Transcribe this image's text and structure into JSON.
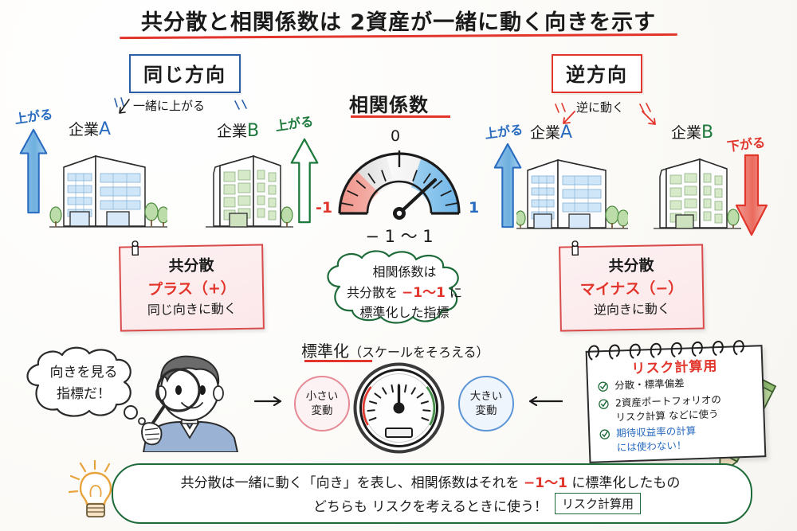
{
  "title": {
    "text": "共分散と相関係数は 2資産が一緒に動く向きを示す",
    "underline_color": "#e2352c"
  },
  "sections": {
    "left": {
      "header": "同じ方向",
      "header_border_color": "#2a5fa8",
      "relation_label": "一緒に上がる",
      "company_a": {
        "name": "企業",
        "letter": "A",
        "arrow_label": "上がる",
        "arrow_direction": "up",
        "arrow_color": "#2a6cc0"
      },
      "company_b": {
        "name": "企業",
        "letter": "B",
        "arrow_label": "上がる",
        "arrow_direction": "up",
        "arrow_color": "#1e7a3c"
      },
      "note": {
        "line1": "共分散",
        "line2": "プラス（+）",
        "line3": "同じ向きに動く"
      }
    },
    "right": {
      "header": "逆方向",
      "header_border_color": "#e2352c",
      "relation_label": "逆に動く",
      "company_a": {
        "name": "企業",
        "letter": "A",
        "arrow_label": "上がる",
        "arrow_direction": "up",
        "arrow_color": "#2a6cc0"
      },
      "company_b": {
        "name": "企業",
        "letter": "B",
        "arrow_label": "下がる",
        "arrow_direction": "down",
        "arrow_color": "#e2352c"
      },
      "note": {
        "line1": "共分散",
        "line2": "マイナス（−）",
        "line3": "逆向きに動く"
      }
    }
  },
  "gauge": {
    "title": "相関係数",
    "top_tick_label": "0",
    "left_label": "-1",
    "right_label": "1",
    "range_caption": "− 1 〜 1",
    "left_color": "#e8756a",
    "right_color": "#6fb5e8",
    "needle_value": 0.55
  },
  "cloud": {
    "line1": "相関係数は",
    "line2_a": "共分散を ",
    "line2_hl": "−1〜1",
    "line2_b": " に",
    "line3": "標準化した指標",
    "border_color": "#1e6b3a"
  },
  "thought": {
    "line1": "向きを見る",
    "line2": "指標だ！"
  },
  "standardize": {
    "heading_main": "標準化",
    "heading_sub": "（スケールをそろえる）",
    "underline_color": "#e2352c",
    "left_circle": {
      "line1": "小さい",
      "line2": "変動",
      "color": "#e58b96"
    },
    "right_circle": {
      "line1": "大きい",
      "line2": "変動",
      "color": "#5c95d6"
    }
  },
  "notepad": {
    "title": "リスク計算用",
    "title_color": "#e2352c",
    "items": [
      {
        "lines": [
          "分散・標準偏差"
        ],
        "color": "#1b1b1b"
      },
      {
        "lines": [
          "2資産ポートフォリオの",
          "リスク計算 などに使う"
        ],
        "color": "#1b1b1b"
      },
      {
        "lines": [
          "期待収益率の計算",
          "には使わない！"
        ],
        "color": "#2a6cc0"
      }
    ]
  },
  "banner": {
    "line1_a": "共分散は一緒に動く「向き」を表し、相関係数はそれを ",
    "line1_hl": "−1〜1",
    "line1_b": " に標準化したもの",
    "line2": "どちらも リスクを考えるときに使う！",
    "tag": "リスク計算用",
    "border_color": "#1e6b3a"
  }
}
